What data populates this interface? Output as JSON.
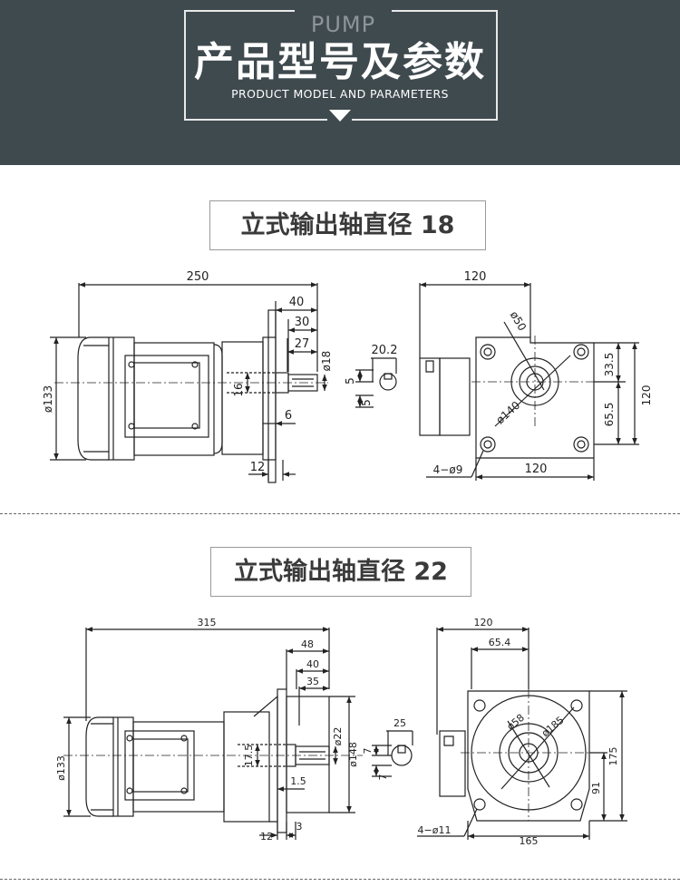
{
  "header": {
    "pump_label": "PUMP",
    "title": "产品型号及参数",
    "subtitle": "PRODUCT MODEL AND PARAMETERS"
  },
  "section1": {
    "title": "立式输出轴直径 18",
    "side": {
      "total_length": "250",
      "dim_40": "40",
      "dim_30": "30",
      "dim_27": "27",
      "diameter_133": "ø133",
      "diameter_18": "ø18",
      "dim_16": "16",
      "dim_6": "6",
      "dim_12": "12"
    },
    "key": {
      "width": "20.2",
      "dim_5a": "5",
      "dim_5b": "5"
    },
    "front": {
      "width_top": "120",
      "diameter_50": "ø50",
      "diameter_140": "ø140",
      "dim_33_5": "33.5",
      "dim_65_5": "65.5",
      "height_120": "120",
      "holes": "4−ø9",
      "width_bottom": "120"
    }
  },
  "section2": {
    "title": "立式输出轴直径 22",
    "side": {
      "total_length": "315",
      "dim_48": "48",
      "dim_40": "40",
      "dim_35": "35",
      "diameter_133": "ø133",
      "diameter_22": "ø22",
      "diameter_148": "ø148",
      "dim_17_5": "17.5",
      "dim_1_5": "1.5",
      "dim_12": "12",
      "dim_3": "3"
    },
    "key": {
      "width": "25",
      "dim_7a": "7",
      "dim_7b": "7"
    },
    "front": {
      "width_top": "120",
      "dim_65_4": "65.4",
      "diameter_58": "ø58",
      "diameter_185": "ø185",
      "height_175": "175",
      "dim_91": "91",
      "holes": "4−ø11",
      "width_bottom": "165"
    }
  }
}
